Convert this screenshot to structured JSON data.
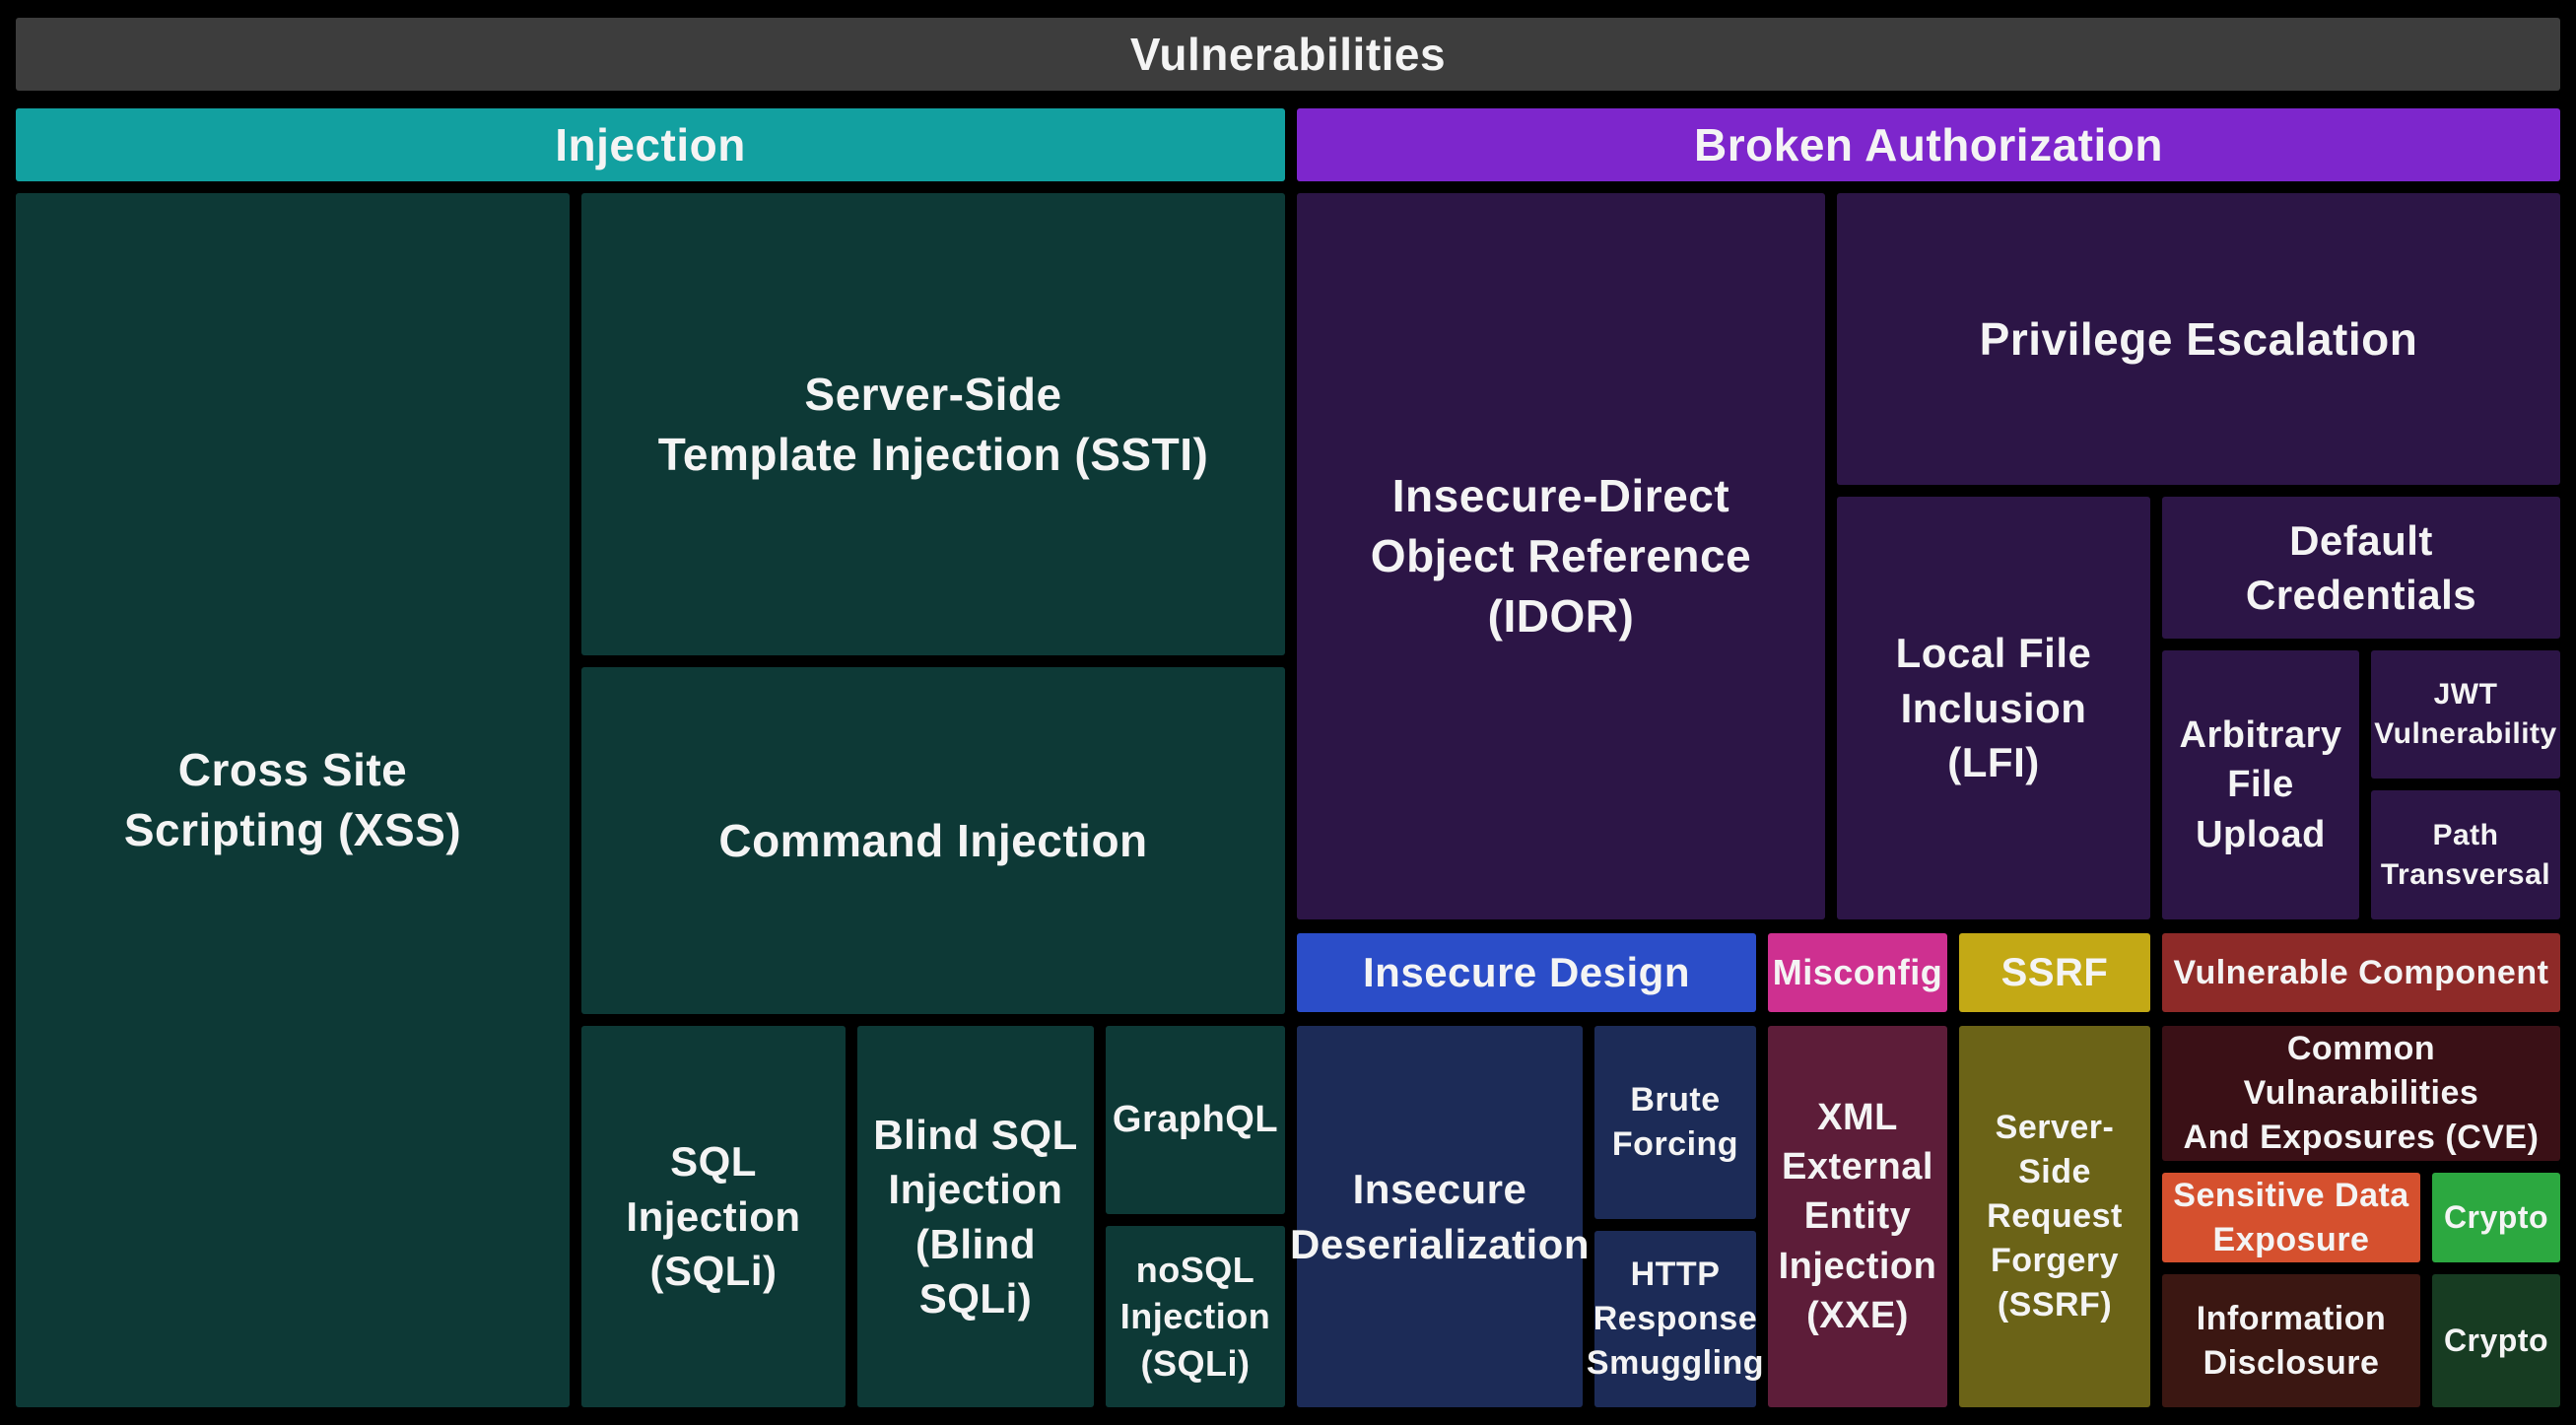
{
  "title_bar": {
    "label": "Vulnerabilities",
    "color": "#3d3d3d"
  },
  "palette": {
    "background": "#000000",
    "title_bar": "#3d3d3d",
    "injection_header": "#12a0a0",
    "injection_leaf": "#0d3936",
    "broken_auth_header": "#7d26cc",
    "broken_auth_leaf": "#2c1546",
    "insecure_design_blue": "#2b4dc8",
    "misconfig_pink": "#ce3090",
    "ssrf_yellow": "#c3a915",
    "vulnerable_component_red": "#8e2a28",
    "deserialization_navy": "#1c2b57",
    "xxe_plum": "#5d1d39",
    "ssrf_olive": "#6b6317",
    "cve_maroon": "#3a1016",
    "sensitive_orange": "#d5502e",
    "crypto_green": "#2ca840",
    "info_maroon": "#3b1712",
    "crypto_dark_green": "#173c22",
    "text": "#f4f4f4"
  },
  "sections": [
    {
      "id": "injection",
      "label": "Injection",
      "color": "#12a0a0"
    },
    {
      "id": "broken-authorization",
      "label": "Broken Authorization",
      "color": "#7d26cc"
    }
  ],
  "boxes": [
    {
      "id": "cross-site-scripting",
      "section": "injection",
      "label": "Cross Site\nScripting (XSS)",
      "color": "#0d3936"
    },
    {
      "id": "server-side-template-injection",
      "section": "injection",
      "label": "Server-Side\nTemplate Injection (SSTI)",
      "color": "#0d3936"
    },
    {
      "id": "command-injection",
      "section": "injection",
      "label": "Command Injection",
      "color": "#0d3936"
    },
    {
      "id": "sql-injection",
      "section": "injection",
      "label": "SQL\nInjection\n(SQLi)",
      "color": "#0d3936"
    },
    {
      "id": "blind-sql-injection",
      "section": "injection",
      "label": "Blind SQL\nInjection\n(Blind SQLi)",
      "color": "#0d3936"
    },
    {
      "id": "graphql",
      "section": "injection",
      "label": "GraphQL",
      "color": "#0d3936"
    },
    {
      "id": "nosql-injection",
      "section": "injection",
      "label": "noSQL\nInjection\n(SQLi)",
      "color": "#0d3936"
    },
    {
      "id": "idor",
      "section": "broken-authorization",
      "label": "Insecure-Direct\nObject Reference\n(IDOR)",
      "color": "#2c1546"
    },
    {
      "id": "privilege-escalation",
      "section": "broken-authorization",
      "label": "Privilege Escalation",
      "color": "#2c1546"
    },
    {
      "id": "local-file-inclusion",
      "section": "broken-authorization",
      "label": "Local File\nInclusion\n(LFI)",
      "color": "#2c1546"
    },
    {
      "id": "default-credentials",
      "section": "broken-authorization",
      "label": "Default Credentials",
      "color": "#2c1546"
    },
    {
      "id": "arbitrary-file-upload",
      "section": "broken-authorization",
      "label": "Arbitrary\nFile\nUpload",
      "color": "#2c1546"
    },
    {
      "id": "jwt-vulnerability",
      "section": "broken-authorization",
      "label": "JWT\nVulnerability",
      "color": "#2c1546"
    },
    {
      "id": "path-transversal",
      "section": "broken-authorization",
      "label": "Path\nTransversal",
      "color": "#2c1546"
    },
    {
      "id": "insecure-design",
      "section": "broken-authorization",
      "label": "Insecure Design",
      "color": "#2b4dc8"
    },
    {
      "id": "misconfig",
      "section": "broken-authorization",
      "label": "Misconfig",
      "color": "#ce3090"
    },
    {
      "id": "ssrf-band",
      "section": "broken-authorization",
      "label": "SSRF",
      "color": "#c3a915"
    },
    {
      "id": "vulnerable-component",
      "section": "broken-authorization",
      "label": "Vulnerable Component",
      "color": "#8e2a28"
    },
    {
      "id": "insecure-deserialization",
      "section": "broken-authorization",
      "label": "Insecure\nDeserialization",
      "color": "#1c2b57"
    },
    {
      "id": "brute-forcing",
      "section": "broken-authorization",
      "label": "Brute\nForcing",
      "color": "#1c2b57"
    },
    {
      "id": "http-response-smuggling",
      "section": "broken-authorization",
      "label": "HTTP\nResponse\nSmuggling",
      "color": "#1c2b57"
    },
    {
      "id": "xxe",
      "section": "broken-authorization",
      "label": "XML\nExternal\nEntity\nInjection\n(XXE)",
      "color": "#5d1d39"
    },
    {
      "id": "server-side-request-forgery",
      "section": "broken-authorization",
      "label": "Server-Side\nRequest\nForgery\n(SSRF)",
      "color": "#6b6317"
    },
    {
      "id": "cve",
      "section": "broken-authorization",
      "label": "Common Vulnarabilities\nAnd Exposures (CVE)",
      "color": "#3a1016"
    },
    {
      "id": "sensitive-data-exposure",
      "section": "broken-authorization",
      "label": "Sensitive Data\nExposure",
      "color": "#d5502e"
    },
    {
      "id": "crypto-top",
      "section": "broken-authorization",
      "label": "Crypto",
      "color": "#2ca840"
    },
    {
      "id": "information-disclosure",
      "section": "broken-authorization",
      "label": "Information\nDisclosure",
      "color": "#3b1712"
    },
    {
      "id": "crypto-bottom",
      "section": "broken-authorization",
      "label": "Crypto",
      "color": "#173c22"
    }
  ]
}
